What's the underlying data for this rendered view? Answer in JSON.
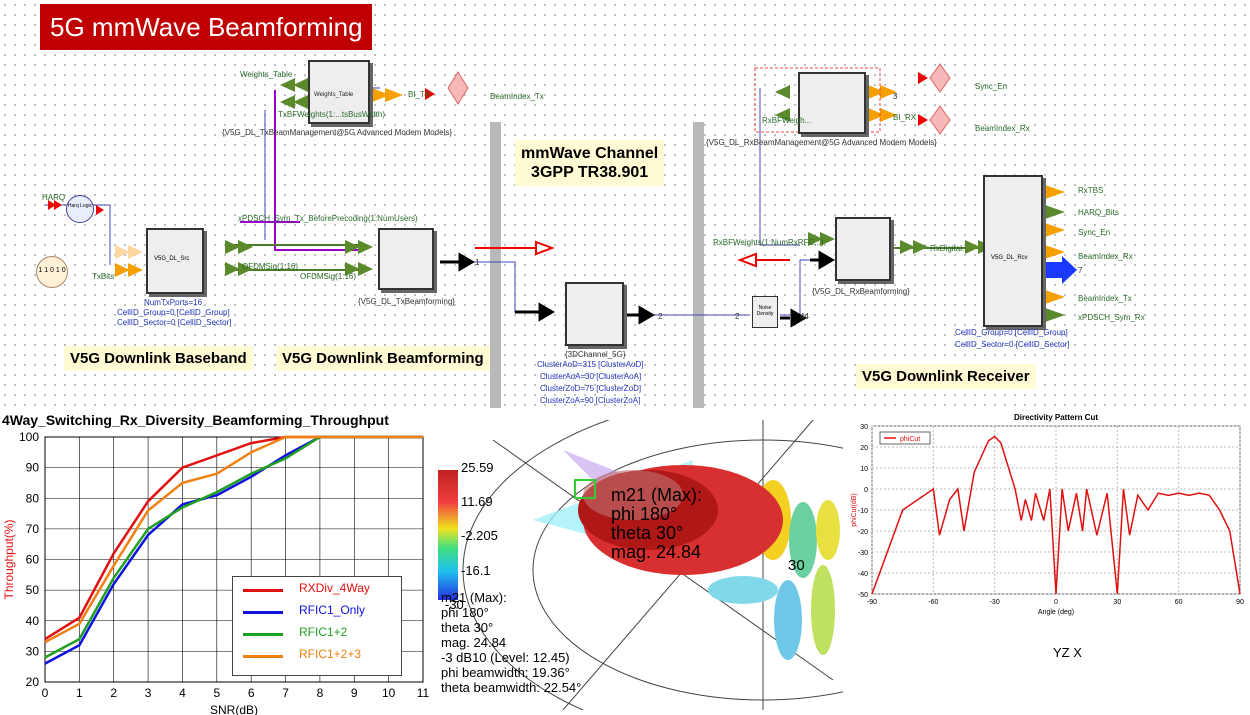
{
  "title": "5G mmWave Beamforming",
  "schematic": {
    "tx_mgmt": {
      "weights_table": "Weights_Table",
      "bi_tx": "BI_TX",
      "beamindex_tx": "BeamIndex_Tx",
      "txbf": "TxBFWeights(1:...tsBusWidth)",
      "name": "{V5G_DL_TxBeamManagement@5G Advanced Modem Models}"
    },
    "harq": "HARQ",
    "harq_logic": "Harq Logic",
    "bits": "1 1 0 1 0",
    "txbits": "TxBits",
    "src_name": "V5G_DL_Src",
    "src_params": [
      "NumTxPorts=16",
      "CellID_Group=0 [CellID_Group]",
      "CellID_Sector=0 [CellID_Sector]"
    ],
    "pdsch": "xPDSCH_Sym_Tx_BeforePrecoding(1:NumUsers)",
    "ofdm1": "OFDMSig(1:16)",
    "ofdm2": "OFDMSig(1:16)",
    "txbf_name": "{V5G_DL_TxBeamforming}",
    "port1": "1",
    "port2": "2",
    "port2b": "2",
    "port44": "44",
    "port7": "7",
    "port3": "3",
    "channel_title_1": "mmWave Channel",
    "channel_title_2": "3GPP TR38.901",
    "channel_block": "{3DChannel_5G}",
    "channel_params": [
      "ClusterAoD=315 [ClusterAoD]",
      "ClusterAoA=30 [ClusterAoA]",
      "ClusterZoD=75 [ClusterZoD]",
      "ClusterZoA=90 [ClusterZoA]"
    ],
    "noise": "Noise Density",
    "rx_mgmt": {
      "sync_en": "Sync_En",
      "bi_rx": "BI_RX",
      "beamindex_rx": "BeamIndex_Rx",
      "name": "{V5G_DL_RxBeamManagement@5G Advanced Modem Models}",
      "rxbf": "RxBFWeigh..."
    },
    "rxbf_weights": "RxBFWeights(1:NumRxRFC...)",
    "rxbf_name": "{V5G_DL_RxBeamforming}",
    "rxdigital": "RxDigital...",
    "rcv_name": "V5G_DL_Rcv",
    "rcv_params": [
      "CellID_Group=0 [CellID_Group]",
      "CellID_Sector=0 [CellID_Sector]"
    ],
    "rcv_outputs": [
      "RxTBS",
      "HARQ_Bits",
      "Sync_En",
      "BeamIndex_Rx",
      "",
      "BeamIndex_Tx",
      "xPDSCH_Sym_Rx"
    ],
    "sec_baseband": "V5G Downlink Baseband",
    "sec_bf": "V5G Downlink Beamforming",
    "sec_rcv": "V5G Downlink Receiver"
  },
  "throughput": {
    "title": "4Way_Switching_Rx_Diversity_Beamforming_Throughput",
    "legend": [
      "RXDiv_4Way",
      "RFIC1_Only",
      "RFIC1+2",
      "RFIC1+2+3"
    ]
  },
  "chart_data": [
    {
      "type": "line",
      "title": "4Way_Switching_Rx_Diversity_Beamforming_Throughput",
      "xlabel": "SNR(dB)",
      "ylabel": "Throughput(%)",
      "xlim": [
        0,
        11
      ],
      "ylim": [
        20,
        100
      ],
      "x": [
        0,
        1,
        2,
        3,
        4,
        5,
        6,
        7,
        8,
        9,
        10,
        11
      ],
      "series": [
        {
          "name": "RXDiv_4Way",
          "color": "#e01010",
          "values": [
            34,
            41,
            62,
            79,
            90,
            94,
            98,
            100,
            100,
            100,
            100,
            100
          ]
        },
        {
          "name": "RFIC1_Only",
          "color": "#1010e0",
          "values": [
            26,
            32,
            52,
            68,
            78,
            81,
            87,
            94,
            100,
            100,
            100,
            100
          ]
        },
        {
          "name": "RFIC1+2",
          "color": "#20a020",
          "values": [
            28,
            34,
            54,
            70,
            77,
            82,
            88,
            93,
            100,
            100,
            100,
            100
          ]
        },
        {
          "name": "RFIC1+2+3",
          "color": "#f08010",
          "values": [
            33,
            39,
            58,
            76,
            85,
            88,
            95,
            100,
            100,
            100,
            100,
            100
          ]
        }
      ]
    },
    {
      "type": "line",
      "title": "Directivity Pattern Cut",
      "xlabel": "Angle (deg)",
      "ylabel": "phiCut(dB)",
      "xlim": [
        -90,
        90
      ],
      "ylim": [
        -50,
        30
      ],
      "x": [
        -90,
        -75,
        -60,
        -57,
        -52,
        -48,
        -45,
        -40,
        -33,
        -30,
        -27,
        -20,
        -17,
        -15,
        -12,
        -10,
        -6,
        -3,
        0,
        3,
        6,
        10,
        13,
        15,
        20,
        25,
        30,
        33,
        36,
        40,
        45,
        50,
        55,
        60,
        65,
        70,
        75,
        80,
        85,
        90
      ],
      "series": [
        {
          "name": "phiCut",
          "color": "#e01010",
          "values": [
            -50,
            -10,
            0,
            -22,
            -5,
            0,
            -20,
            8,
            23,
            25,
            22,
            0,
            -15,
            -5,
            -15,
            -2,
            -15,
            0,
            -50,
            0,
            -20,
            -2,
            -20,
            0,
            -22,
            -2,
            -50,
            0,
            -22,
            -3,
            -10,
            -2,
            -3,
            -2,
            -3,
            -2,
            -3,
            -10,
            -20,
            -50
          ]
        }
      ]
    }
  ],
  "pattern3d": {
    "scale": [
      "25.59",
      "11.69",
      "-2.205",
      "-16.1",
      "-30"
    ],
    "marker": [
      "m21 (Max):",
      "phi 180°",
      "theta 30°",
      "mag. 24.84"
    ],
    "readout": [
      "m21 (Max):",
      "phi 180°",
      "theta 30°",
      "mag. 24.84",
      "-3 dB10 (Level: 12.45)",
      "phi  beamwidth: 19.36°",
      "theta  beamwidth: 22.54°"
    ],
    "angle_label": "30",
    "axis": "YZ X"
  }
}
